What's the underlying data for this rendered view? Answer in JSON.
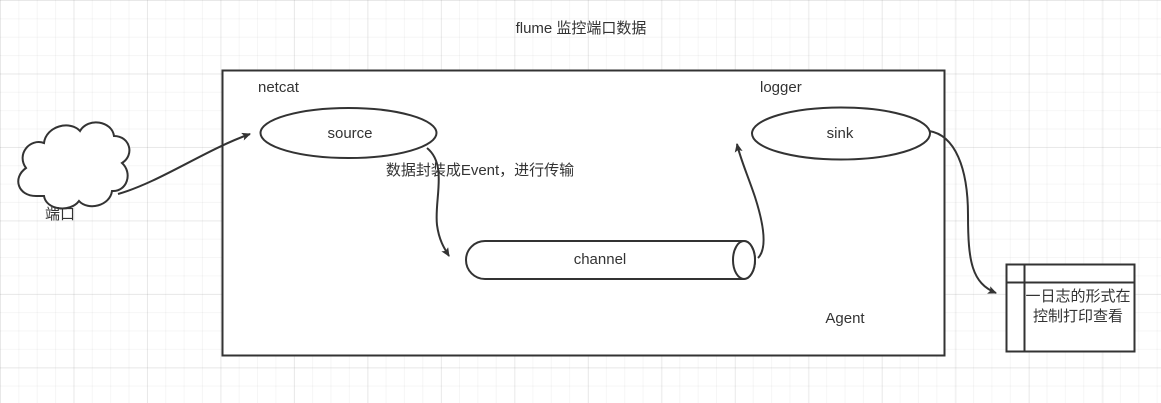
{
  "diagram": {
    "title": "flume 监控端口数据",
    "nodes": {
      "source_port": {
        "label": "端口",
        "shape": "cloud"
      },
      "source": {
        "label": "source",
        "shape": "ellipse",
        "type_label": "netcat"
      },
      "channel": {
        "label": "channel",
        "shape": "cylinder"
      },
      "sink": {
        "label": "sink",
        "shape": "ellipse",
        "type_label": "logger"
      },
      "agent": {
        "label": "Agent",
        "shape": "rectangle"
      },
      "output": {
        "label": "一日志的形式在控制打印查看",
        "shape": "table"
      }
    },
    "edges": [
      {
        "id": "port-to-source",
        "label": ""
      },
      {
        "id": "source-to-channel",
        "label": "数据封装成Event，进行传输"
      },
      {
        "id": "channel-to-sink",
        "label": ""
      },
      {
        "id": "sink-to-output",
        "label": ""
      }
    ],
    "colors": {
      "stroke": "#333333",
      "text": "#333333",
      "fill": "#ffffff",
      "grid_minor": "#f0f0f0",
      "grid_major": "#e6e6e6"
    }
  }
}
